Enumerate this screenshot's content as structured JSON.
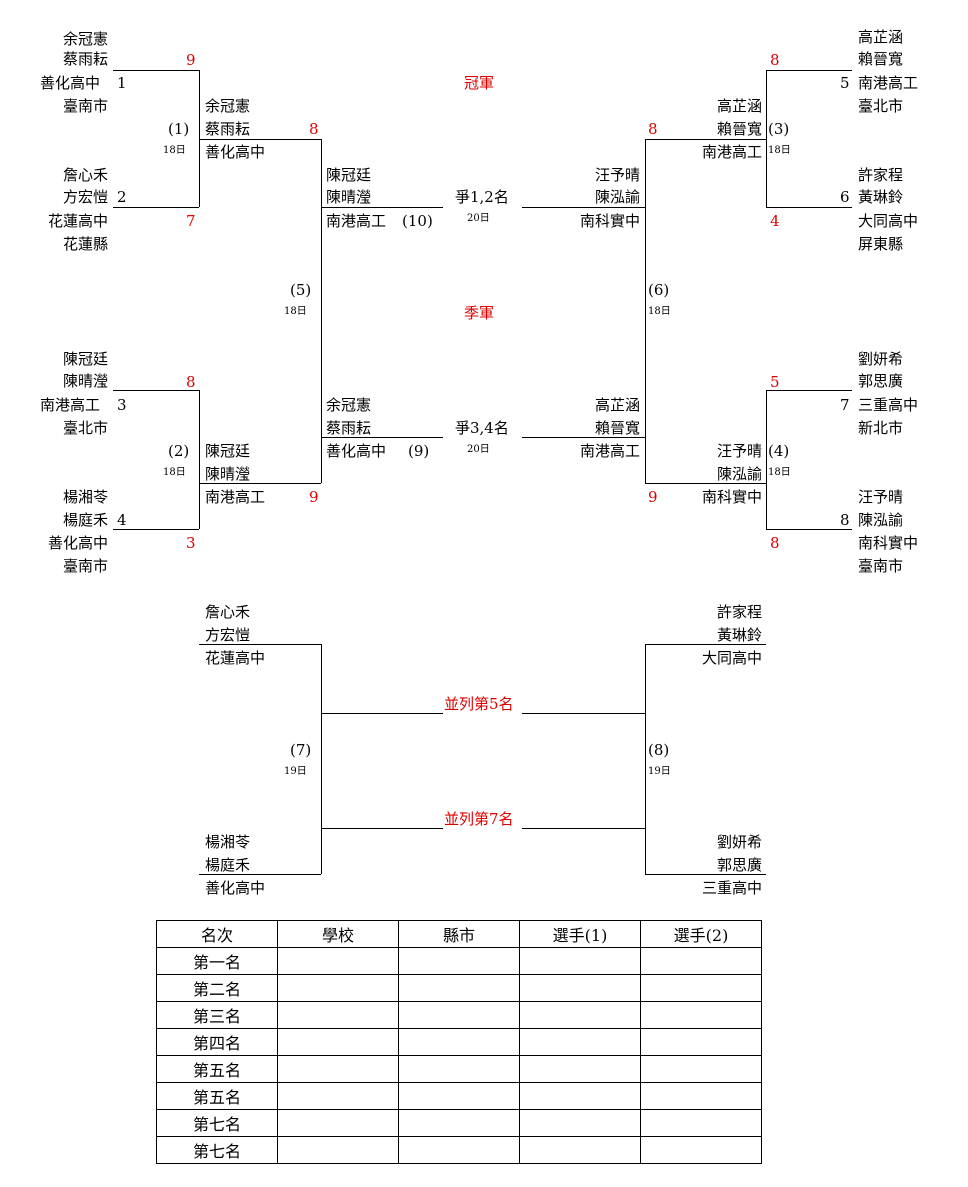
{
  "titles": {
    "champion": "冠軍",
    "third": "季軍",
    "fifth": "並列第5名",
    "seventh": "並列第7名"
  },
  "entries": [
    {
      "seed": "1",
      "p1": "余冠憲",
      "p2": "蔡雨耘",
      "school": "善化高中",
      "city": "臺南市"
    },
    {
      "seed": "2",
      "p1": "詹心禾",
      "p2": "方宏愷",
      "school": "花蓮高中",
      "city": "花蓮縣"
    },
    {
      "seed": "3",
      "p1": "陳冠廷",
      "p2": "陳晴瀅",
      "school": "南港高工",
      "city": "臺北市"
    },
    {
      "seed": "4",
      "p1": "楊湘苓",
      "p2": "楊庭禾",
      "school": "善化高中",
      "city": "臺南市"
    },
    {
      "seed": "5",
      "p1": "高芷涵",
      "p2": "賴晉寬",
      "school": "南港高工",
      "city": "臺北市"
    },
    {
      "seed": "6",
      "p1": "許家程",
      "p2": "黃琳鈴",
      "school": "大同高中",
      "city": "屏東縣"
    },
    {
      "seed": "7",
      "p1": "劉妍希",
      "p2": "郭思廣",
      "school": "三重高中",
      "city": "新北市"
    },
    {
      "seed": "8",
      "p1": "汪予晴",
      "p2": "陳泓諭",
      "school": "南科實中",
      "city": "臺南市"
    }
  ],
  "scores": {
    "s1": "9",
    "s2": "7",
    "s3": "8",
    "s4": "3",
    "s5": "8",
    "s6": "4",
    "s7": "5",
    "s8": "8",
    "m1": "8",
    "m2": "9",
    "m3": "8",
    "m4": "9"
  },
  "matches": {
    "m1": "(1)",
    "m2": "(2)",
    "m3": "(3)",
    "m4": "(4)",
    "m5": "(5)",
    "m6": "(6)",
    "m7": "(7)",
    "m8": "(8)",
    "m9": "(9)",
    "m10": "(10)"
  },
  "dates": {
    "d18": "18日",
    "d19": "19日",
    "d20": "20日"
  },
  "labels": {
    "final": "爭1,2名",
    "third_place": "爭3,4名"
  },
  "winners": {
    "w1": {
      "p1": "余冠憲",
      "p2": "蔡雨耘",
      "school": "善化高中"
    },
    "w2": {
      "p1": "陳冠廷",
      "p2": "陳晴瀅",
      "school": "南港高工"
    },
    "w3": {
      "p1": "高芷涵",
      "p2": "賴晉寬",
      "school": "南港高工"
    },
    "w4": {
      "p1": "汪予晴",
      "p2": "陳泓諭",
      "school": "南科實中"
    },
    "w5": {
      "p1": "陳冠廷",
      "p2": "陳晴瀅",
      "school": "南港高工"
    },
    "w6": {
      "p1": "汪予晴",
      "p2": "陳泓諭",
      "school": "南科實中"
    },
    "l5": {
      "p1": "余冠憲",
      "p2": "蔡雨耘",
      "school": "善化高中"
    },
    "l6": {
      "p1": "高芷涵",
      "p2": "賴晉寬",
      "school": "南港高工"
    }
  },
  "consolation": {
    "c1": {
      "p1": "詹心禾",
      "p2": "方宏愷",
      "school": "花蓮高中"
    },
    "c2": {
      "p1": "楊湘苓",
      "p2": "楊庭禾",
      "school": "善化高中"
    },
    "c3": {
      "p1": "許家程",
      "p2": "黃琳鈴",
      "school": "大同高中"
    },
    "c4": {
      "p1": "劉妍希",
      "p2": "郭思廣",
      "school": "三重高中"
    }
  },
  "rank_table": {
    "headers": [
      "名次",
      "學校",
      "縣市",
      "選手(1)",
      "選手(2)"
    ],
    "rows": [
      "第一名",
      "第二名",
      "第三名",
      "第四名",
      "第五名",
      "第五名",
      "第七名",
      "第七名"
    ]
  }
}
